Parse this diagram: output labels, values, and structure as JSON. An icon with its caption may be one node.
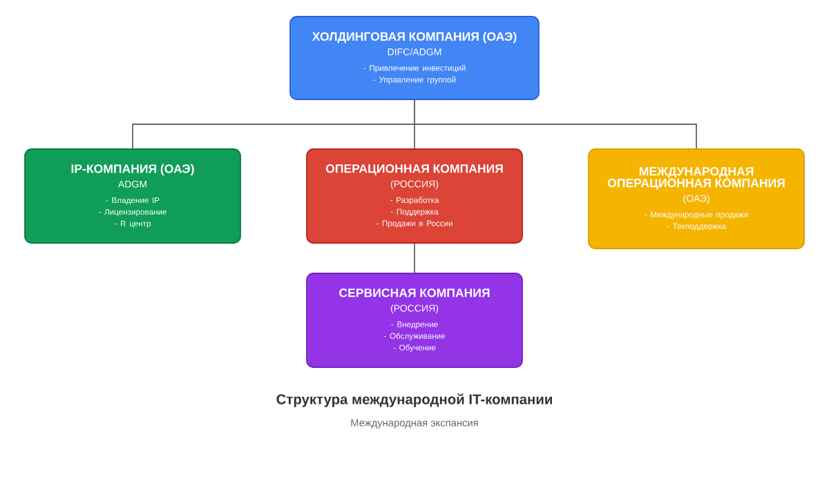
{
  "diagram": {
    "title": "Структура международной IT-компании",
    "caption": "Международная экспансия",
    "nodes": [
      {
        "text": [
          "ХОЛДИНГОВАЯ КОМПАНИЯ (ОАЭ)",
          "DIFC/ADGM",
          "- Привлечение инвестиций",
          "- Управление группой"
        ]
      },
      {
        "text": [
          "IP-КОМПАНИЯ (ОАЭ)",
          "ADGM",
          "- Владение IP",
          "- Лицензирование",
          "- R центр"
        ]
      },
      {
        "text": [
          "ОПЕРАЦИОННАЯ КОМПАНИЯ",
          "(РОССИЯ)",
          "- Разработка",
          "- Поддержка",
          "- Продажи в России"
        ]
      },
      {
        "text": [
          "МЕЖДУНАРОДНАЯ ОПЕРАЦИОННАЯ КОМПАНИЯ",
          "(ОАЭ)",
          "- Международные продажи",
          "- Техподдержка"
        ]
      },
      {
        "text": [
          "СЕРВИСНАЯ КОМПАНИЯ",
          "(РОССИЯ)",
          "- Внедрение",
          "- Обслуживание",
          "- Обучение"
        ]
      }
    ],
    "edges": [
      {
        "from": 0,
        "to": 1,
        "arrow": "none"
      },
      {
        "from": 0,
        "to": 2,
        "arrow": "none"
      },
      {
        "from": 0,
        "to": 3,
        "arrow": "none"
      },
      {
        "from": 2,
        "to": 4,
        "arrow": "none"
      }
    ]
  }
}
